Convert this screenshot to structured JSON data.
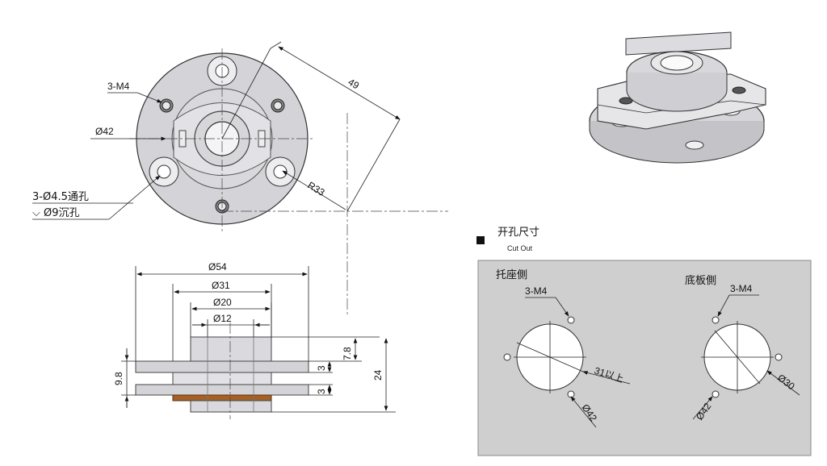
{
  "top_view": {
    "callout_3m4": "3-M4",
    "dia42": "Ø42",
    "r33": "R33",
    "dim49": "49",
    "thru_holes": "3-Ø4.5通孔",
    "counterbore": "⌵ Ø9沉孔"
  },
  "side_view": {
    "dia54": "Ø54",
    "dia31": "Ø31",
    "dia20": "Ø20",
    "dia12": "Ø12",
    "h78": "7.8",
    "h98": "9.8",
    "h3a": "3",
    "h3b": "3",
    "h24": "24"
  },
  "cutout": {
    "title": "开孔尺寸",
    "subtitle": "Cut Out",
    "left": {
      "title": "托座側",
      "m4": "3-M4",
      "d31": "31以上",
      "d42": "Ø42"
    },
    "right": {
      "title": "底板側",
      "m4": "3-M4",
      "d30": "Ø30",
      "d42": "Ø42"
    }
  },
  "colors": {
    "part_fill": "#d4d4d8",
    "panel_fill": "#cfcfd0",
    "copper": "#a5602a"
  }
}
